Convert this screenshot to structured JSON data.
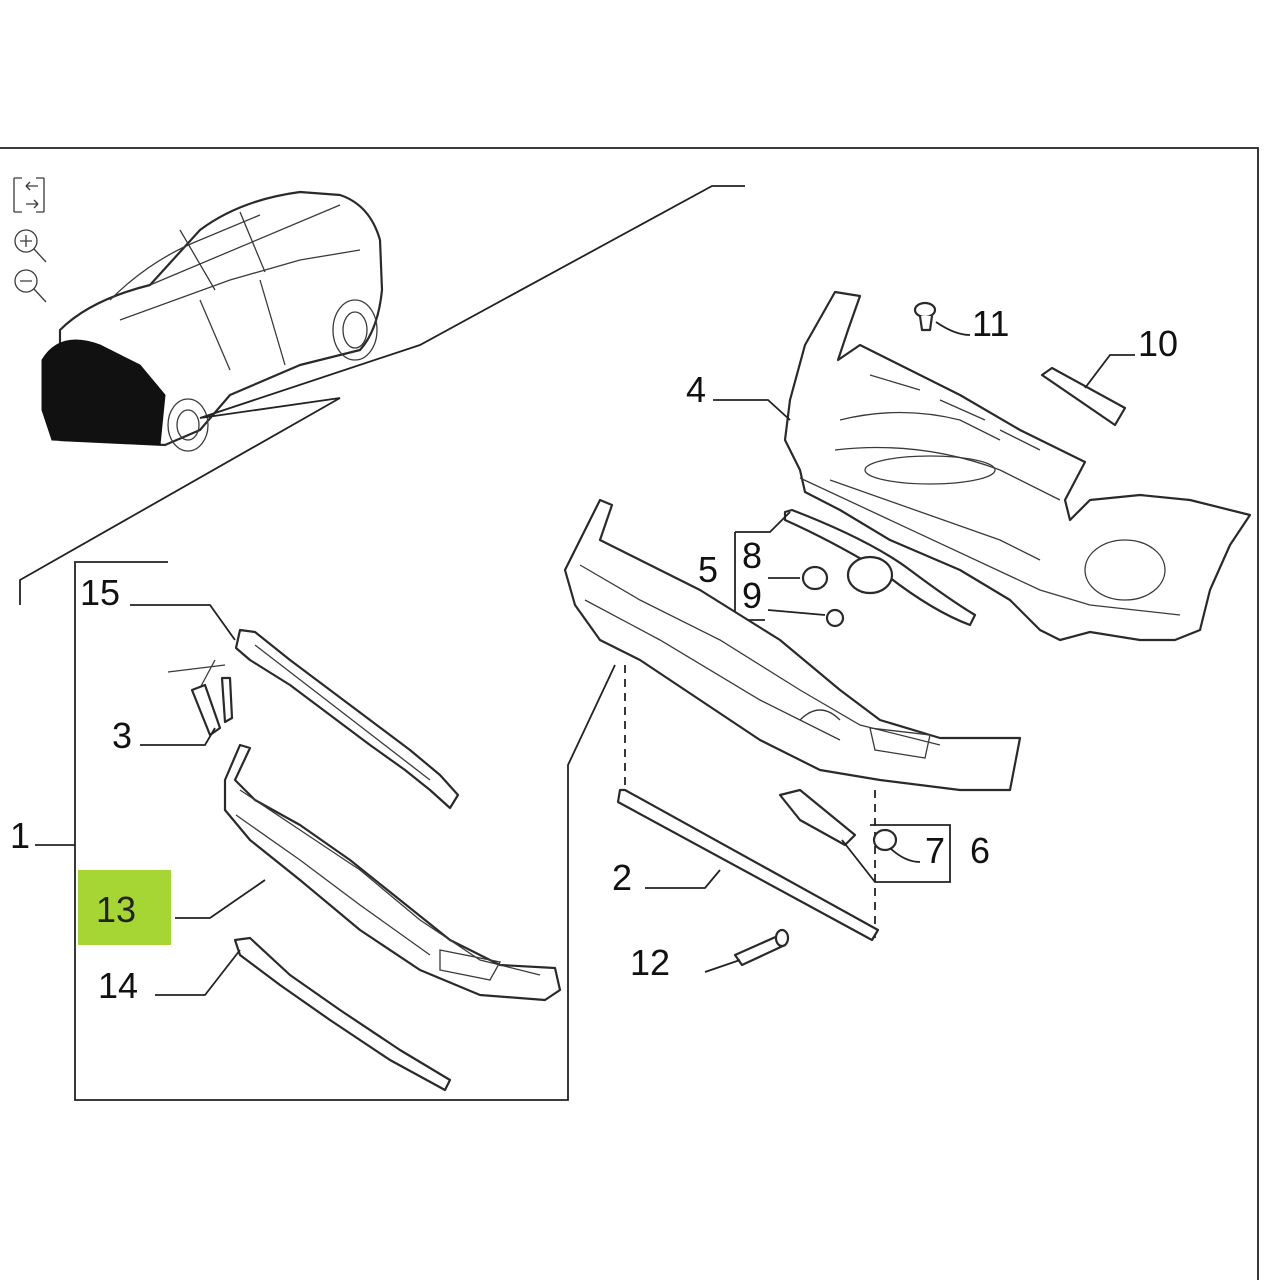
{
  "diagram": {
    "highlight_color": "#a6d633",
    "callouts": [
      {
        "id": "c1",
        "text": "1"
      },
      {
        "id": "c2",
        "text": "2"
      },
      {
        "id": "c3",
        "text": "3"
      },
      {
        "id": "c4",
        "text": "4"
      },
      {
        "id": "c5",
        "text": "5"
      },
      {
        "id": "c6",
        "text": "6"
      },
      {
        "id": "c7",
        "text": "7"
      },
      {
        "id": "c8",
        "text": "8"
      },
      {
        "id": "c9",
        "text": "9"
      },
      {
        "id": "c10",
        "text": "10"
      },
      {
        "id": "c11",
        "text": "11"
      },
      {
        "id": "c12",
        "text": "12"
      },
      {
        "id": "c13",
        "text": "13"
      },
      {
        "id": "c14",
        "text": "14"
      },
      {
        "id": "c15",
        "text": "15"
      }
    ]
  },
  "toolbar": {
    "icons": [
      "fit-arrows-icon",
      "zoom-in-icon",
      "zoom-out-icon"
    ]
  }
}
